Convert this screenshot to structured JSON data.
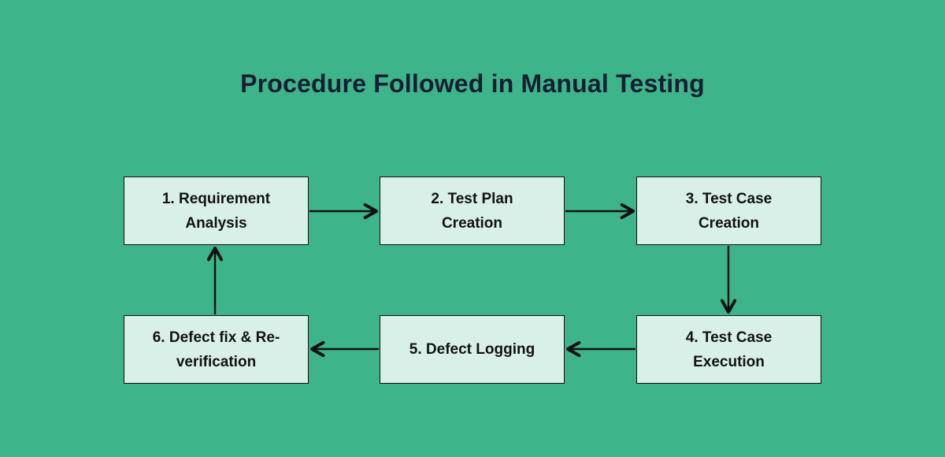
{
  "colors": {
    "background": "#3db489",
    "box_fill": "#d9f0e8",
    "box_border": "#111111",
    "title_color": "#161e33",
    "text_color": "#121212",
    "arrow_color": "#111111"
  },
  "diagram": {
    "title": "Procedure Followed in Manual Testing",
    "type": "flowchart",
    "steps": [
      {
        "id": 1,
        "label": "1. Requirement Analysis",
        "lines": [
          "1. Requirement",
          "Analysis"
        ]
      },
      {
        "id": 2,
        "label": "2. Test Plan Creation",
        "lines": [
          "2. Test Plan",
          "Creation"
        ]
      },
      {
        "id": 3,
        "label": "3. Test Case Creation",
        "lines": [
          "3. Test Case",
          "Creation"
        ]
      },
      {
        "id": 4,
        "label": "4. Test Case Execution",
        "lines": [
          "4. Test Case",
          "Execution"
        ]
      },
      {
        "id": 5,
        "label": "5. Defect Logging",
        "lines": [
          "5. Defect Logging"
        ]
      },
      {
        "id": 6,
        "label": "6. Defect fix & Re-verification",
        "lines": [
          "6. Defect fix & Re-",
          "verification"
        ]
      }
    ],
    "flow": [
      {
        "from": 1,
        "to": 2
      },
      {
        "from": 2,
        "to": 3
      },
      {
        "from": 3,
        "to": 4
      },
      {
        "from": 4,
        "to": 5
      },
      {
        "from": 5,
        "to": 6
      },
      {
        "from": 6,
        "to": 1
      }
    ]
  }
}
